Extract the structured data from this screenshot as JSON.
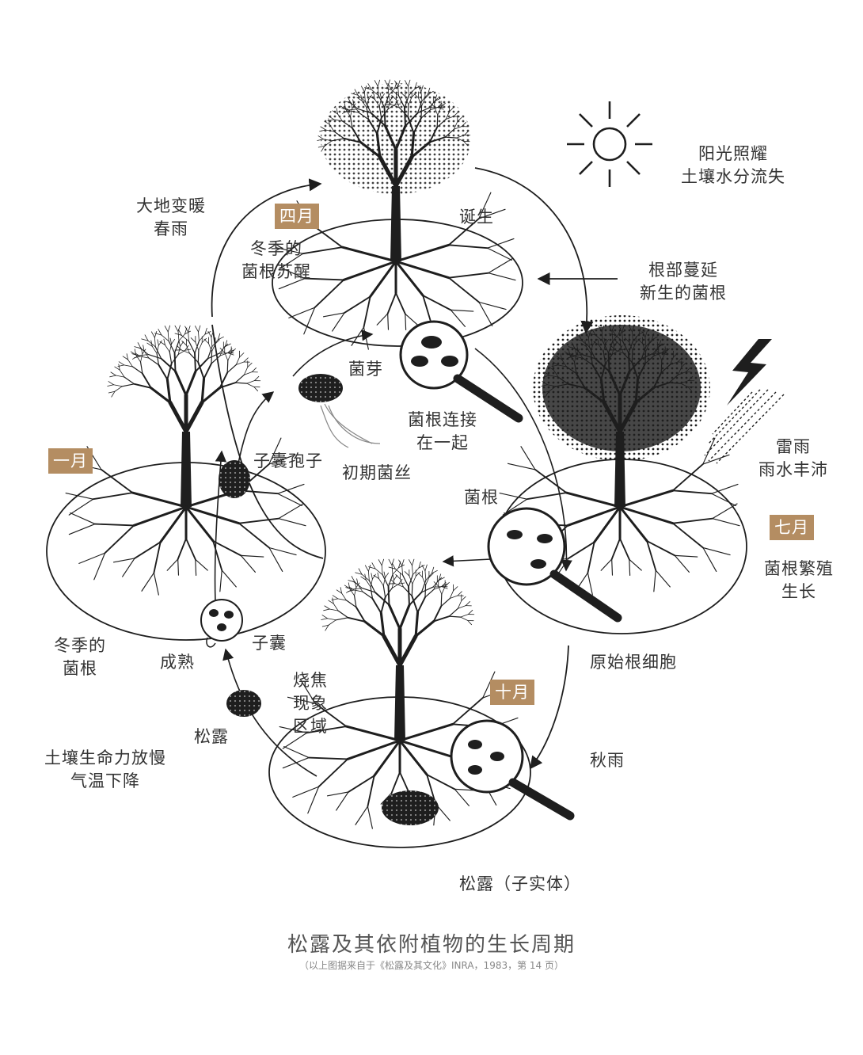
{
  "labels": {
    "sun": "阳光照耀\n土壤水分流失",
    "spring": "大地变暖\n春雨",
    "birth": "诞生",
    "wake": "冬季的\n菌根苏醒",
    "root_spread": "根部蔓延\n新生的菌根",
    "sprout": "菌芽",
    "connect": "菌根连接\n在一起",
    "early_hyphae": "初期菌丝",
    "ascospore": "子囊孢子",
    "mycorrhiza": "菌根",
    "storm": "雷雨\n雨水丰沛",
    "reproduce": "菌根繁殖\n生长",
    "winter_root": "冬季的\n菌根",
    "ascus": "子囊",
    "mature": "成熟",
    "primordium": "原始根细胞",
    "burn": "烧焦\n现象\n区域",
    "truffle": "松露",
    "soil": "土壤生命力放慢\n气温下降",
    "autumn_rain": "秋雨",
    "fruit_body": "松露（子实体）"
  },
  "months": {
    "april": "四月",
    "january": "一月",
    "july": "七月",
    "october": "十月"
  },
  "title": "松露及其依附植物的生长周期",
  "source": "（以上图据来自于《松露及其文化》INRA，1983，第 14 页）",
  "icons": [
    "sun-icon",
    "lightning-icon",
    "rain-icon",
    "magnifier-icon",
    "tree-icon",
    "truffle-icon",
    "ascus-icon"
  ],
  "colors": {
    "month_badge": "#b48d62",
    "ink": "#1e1e1e"
  }
}
